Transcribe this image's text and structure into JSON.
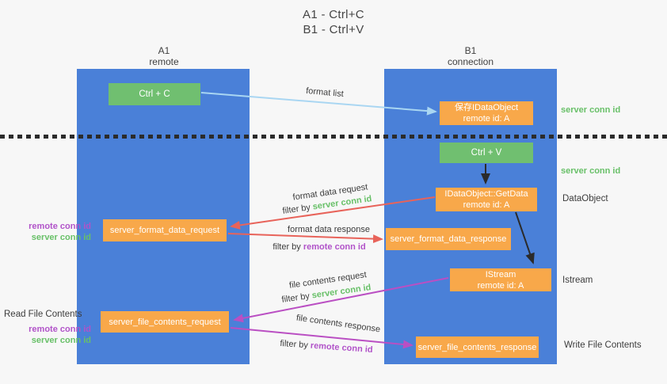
{
  "title": {
    "line1": "A1 - Ctrl+C",
    "line2": "B1 - Ctrl+V"
  },
  "columns": {
    "left": {
      "id": "A1",
      "role": "remote"
    },
    "right": {
      "id": "B1",
      "role": "connection"
    }
  },
  "nodes": {
    "ctrl_c": {
      "label": "Ctrl + C"
    },
    "ctrl_v": {
      "label": "Ctrl + V"
    },
    "save_idataobject": {
      "line1": "保存IDataObject",
      "line2": "remote id: A"
    },
    "getdata": {
      "line1": "IDataObject::GetData",
      "line2": "remote id: A"
    },
    "istream": {
      "line1": "IStream",
      "line2": "remote id: A"
    },
    "server_format_data_request": {
      "label": "server_format_data_request"
    },
    "server_format_data_response": {
      "label": "server_format_data_response"
    },
    "server_file_contents_request": {
      "label": "server_file_contents_request"
    },
    "server_file_contents_response": {
      "label": "server_file_contents_response"
    }
  },
  "flow_labels": {
    "format_list": "format list",
    "format_data_request": "format data request",
    "format_data_request_filter_prefix": "filter by ",
    "format_data_request_filter_key": "server conn id",
    "format_data_response": "format data response",
    "format_data_response_filter_prefix": "filter by ",
    "format_data_response_filter_key": "remote conn id",
    "file_contents_request": "file contents request",
    "file_contents_request_filter_prefix": "filter by ",
    "file_contents_request_filter_key": "server conn id",
    "file_contents_response": "file contents response",
    "file_contents_response_filter_prefix": "filter by ",
    "file_contents_response_filter_key": "remote conn id"
  },
  "side_labels": {
    "right_server_conn_id_1": "server conn id",
    "right_server_conn_id_2": "server conn id",
    "data_object": "DataObject",
    "istream": "Istream",
    "write_file_contents": "Write File Contents",
    "left_remote_conn_id_1": "remote conn id",
    "left_server_conn_id_1": "server conn id",
    "read_file_contents": "Read File Contents",
    "left_remote_conn_id_2": "remote conn id",
    "left_server_conn_id_2": "server conn id"
  },
  "colors": {
    "background": "#f7f7f7",
    "column_blue": "#4a80d8",
    "box_green": "#70bf70",
    "box_orange": "#f8a84a",
    "arrow_light_blue": "#a9d6f2",
    "arrow_red": "#e8635a",
    "arrow_purple": "#ba4fc3",
    "arrow_black": "#2b2b2b",
    "text_green": "#68c068",
    "text_purple": "#b153c9",
    "text_dark": "#3c3c3c"
  }
}
